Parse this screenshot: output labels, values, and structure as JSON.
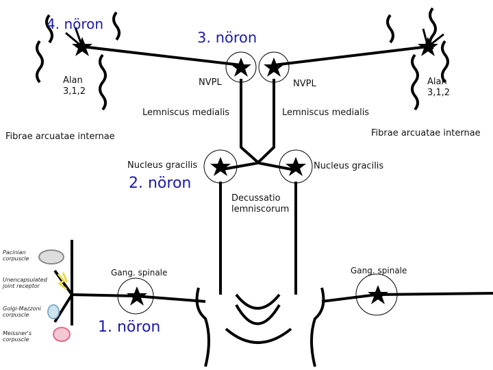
{
  "labels": {
    "neuron4": "4. nöron",
    "neuron3": "3. nöron",
    "neuron2": "2. nöron",
    "neuron1": "1. nöron",
    "alan_left": "Alan\n3,1,2",
    "alan_right": "Alan\n3,1,2",
    "nvpl_left": "NVPL",
    "nvpl_right": "NVPL",
    "lemniscus_left": "Lemniscus medialis",
    "lemniscus_right": "Lemniscus medialis",
    "fibrae_left": "Fibrae arcuatae internae",
    "fibrae_right": "Fibrae arcuatae internae",
    "nucleus_left": "Nucleus gracilis",
    "nucleus_right": "Nucleus gracilis",
    "decussatio": "Decussatio\nlemniscorum",
    "gang_left": "Gang. spinale",
    "gang_right": "Gang. spinale"
  },
  "receptors": {
    "pacinian": "Pacinian\ncorpuscle",
    "unencapsulated": "Unencapsulated\njoint receptor",
    "golgi": "Golgi-Mazzoni\ncorpuscle",
    "meissner": "Meissner's\ncorpuscle"
  },
  "colors": {
    "neuron_label": "#1a1aa8",
    "pathway": "#000000",
    "pacinian": "#888888",
    "joint_receptor": "#e8d84a",
    "golgi": "#7fb0c8",
    "meissner": "#e06a8c"
  }
}
